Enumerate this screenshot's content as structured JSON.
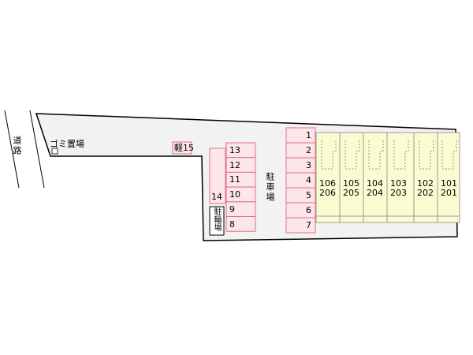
{
  "road_label": "道路",
  "garbage_label": "ゴミ置場",
  "parking_label": "駐車場",
  "bicycle_label": "駐輪場",
  "kei_space": "軽15",
  "parking_left": {
    "long_space": "14",
    "spaces": [
      "13",
      "12",
      "11",
      "10",
      "9",
      "8"
    ]
  },
  "parking_right": {
    "spaces": [
      "1",
      "2",
      "3",
      "4",
      "5",
      "6",
      "7"
    ]
  },
  "units": [
    {
      "upper": "106",
      "lower": "206"
    },
    {
      "upper": "105",
      "lower": "205"
    },
    {
      "upper": "104",
      "lower": "204"
    },
    {
      "upper": "103",
      "lower": "203"
    },
    {
      "upper": "102",
      "lower": "202"
    },
    {
      "upper": "101",
      "lower": "201"
    }
  ],
  "colors": {
    "parking_fill": "#fde6ea",
    "parking_stroke": "#e0707f",
    "building_fill": "#fbfbd2",
    "lot_fill": "#f2f2f2"
  }
}
